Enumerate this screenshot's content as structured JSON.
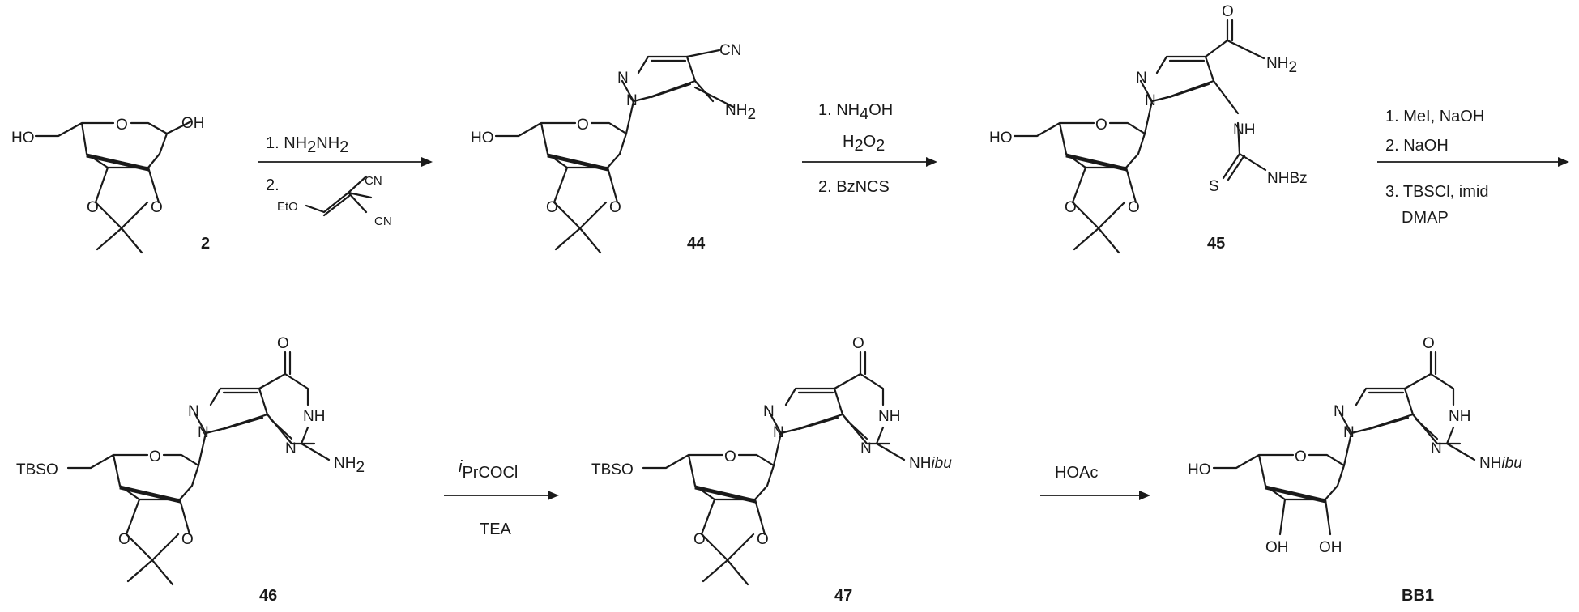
{
  "compounds": {
    "c2": {
      "id": "2",
      "labels": {
        "ho": "HO",
        "oh": "OH",
        "o_ring": "O",
        "o1": "O",
        "o2": "O"
      }
    },
    "c44": {
      "id": "44",
      "labels": {
        "ho": "HO",
        "o_ring": "O",
        "o1": "O",
        "o2": "O",
        "n1": "N",
        "n2": "N",
        "cn": "CN",
        "nh2": "NH",
        "nh2_sub": "2"
      }
    },
    "c45": {
      "id": "45",
      "labels": {
        "ho": "HO",
        "o_ring": "O",
        "o1": "O",
        "o2": "O",
        "n1": "N",
        "n2": "N",
        "carbonyl_o": "O",
        "amide": "NH",
        "amide_sub": "2",
        "nh": "NH",
        "s": "S",
        "nhbz": "NHBz"
      }
    },
    "c46": {
      "id": "46",
      "labels": {
        "tbso": "TBSO",
        "o_ring": "O",
        "o1": "O",
        "o2": "O",
        "n1": "N",
        "n2": "N",
        "n3": "N",
        "carbonyl_o": "O",
        "nh": "NH",
        "amine": "NH",
        "amine_sub": "2"
      }
    },
    "c47": {
      "id": "47",
      "labels": {
        "tbso": "TBSO",
        "o_ring": "O",
        "o1": "O",
        "o2": "O",
        "n1": "N",
        "n2": "N",
        "n3": "N",
        "carbonyl_o": "O",
        "nh": "NH",
        "amine": "NH",
        "amine_suffix": "ibu"
      }
    },
    "bb1": {
      "id": "BB1",
      "labels": {
        "ho": "HO",
        "o_ring": "O",
        "oh1": "OH",
        "oh2": "OH",
        "n1": "N",
        "n2": "N",
        "n3": "N",
        "carbonyl_o": "O",
        "nh": "NH",
        "amine": "NH",
        "amine_suffix": "ibu"
      }
    }
  },
  "reactions": {
    "r1": {
      "step1_prefix": "1. NH",
      "step1_sub1": "2",
      "step1_mid": "NH",
      "step1_sub2": "2",
      "step2": "2.",
      "reagent_eto": "EtO",
      "reagent_cn1": "CN",
      "reagent_cn2": "CN"
    },
    "r2": {
      "step1_prefix": "1. NH",
      "step1_sub": "4",
      "step1_suffix": "OH",
      "h2o2_h": "H",
      "h2o2_sub1": "2",
      "h2o2_o": "O",
      "h2o2_sub2": "2",
      "step2": "2. BzNCS"
    },
    "r3": {
      "step1": "1. MeI, NaOH",
      "step2": "2. NaOH",
      "step3": "3. TBSCl, imid",
      "step3_cont": "DMAP"
    },
    "r4": {
      "above_prefix": "i",
      "above_main": "PrCOCl",
      "below": "TEA"
    },
    "r5": {
      "above": "HOAc"
    }
  }
}
